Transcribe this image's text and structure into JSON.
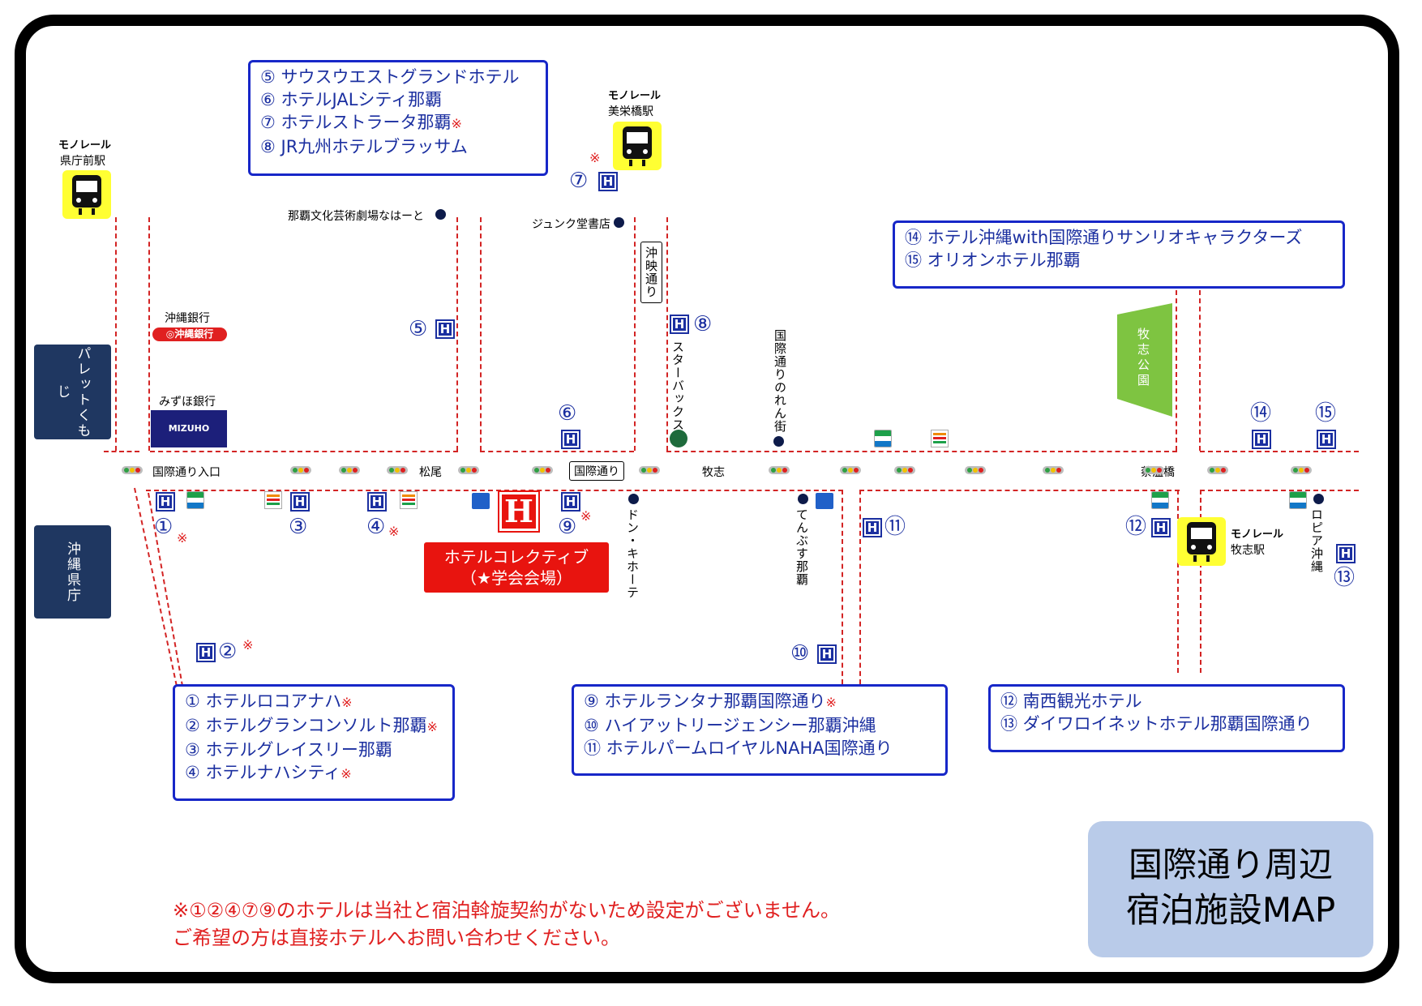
{
  "title": {
    "line1": "国際通り周辺",
    "line2": "宿泊施設MAP"
  },
  "note": {
    "line1": "※①②④⑦⑨のホテルは当社と宿泊斡旋契約がないため設定がございません。",
    "line2": "ご希望の方は直接ホテルへお問い合わせください。"
  },
  "stations": {
    "kenchomae": {
      "line1": "モノレール",
      "line2": "県庁前駅"
    },
    "miebashi": {
      "line1": "モノレール",
      "line2": "美栄橋駅"
    },
    "makishi": {
      "line1": "モノレール",
      "line2": "牧志駅"
    }
  },
  "buildings": {
    "palette": "パレットくもじ",
    "prefecture": "沖縄県庁"
  },
  "banks": {
    "okinawa_label": "沖縄銀行",
    "okinawa_logo": "◎沖縄銀行",
    "mizuho_label": "みずほ銀行",
    "mizuho_logo": "MIZUHO"
  },
  "park": "牧志公園",
  "street": {
    "entrance": "国際通り入口",
    "matsuo": "松尾",
    "kokusai": "国際通り",
    "makishi": "牧志",
    "saion": "蔡温橋"
  },
  "pois": {
    "nahahato": "那覇文化芸術劇場なはーと",
    "junkudo": "ジュンク堂書店",
    "okiei": "沖映通り",
    "starbucks": "スターバックス",
    "noren": "国際通りのれん街",
    "donki": "ドン・キホーテ",
    "tenbusu": "てんぶす那覇",
    "lopia": "ロピア沖縄"
  },
  "venue": {
    "icon": "H",
    "line1": "ホテルコレクティブ",
    "line2": "（★学会会場）"
  },
  "hotel_icon": "H",
  "remark": "※",
  "markers": {
    "m1": "①",
    "m2": "②",
    "m3": "③",
    "m4": "④",
    "m5": "⑤",
    "m6": "⑥",
    "m7": "⑦",
    "m8": "⑧",
    "m9": "⑨",
    "m10": "⑩",
    "m11": "⑪",
    "m12": "⑫",
    "m13": "⑬",
    "m14": "⑭",
    "m15": "⑮"
  },
  "legend_boxes": {
    "b5_8": [
      "⑤ サウスウエストグランドホテル",
      "⑥ ホテルJALシティ那覇",
      "⑦ ホテルストラータ那覇",
      "⑧ JR九州ホテルブラッサム"
    ],
    "b14_15": [
      "⑭ ホテル沖縄with国際通りサンリオキャラクターズ",
      "⑮ オリオンホテル那覇"
    ],
    "b1_4": [
      "① ホテルロコアナハ",
      "② ホテルグランコンソルト那覇",
      "③ ホテルグレイスリー那覇",
      "④ ホテルナハシティ"
    ],
    "b9_11": [
      "⑨ ホテルランタナ那覇国際通り",
      "⑩ ハイアットリージェンシー那覇沖縄",
      "⑪ ホテルパームロイヤルNAHA国際通り"
    ],
    "b12_13": [
      "⑫ 南西観光ホテル",
      "⑬ ダイワロイネットホテル那覇国際通り"
    ]
  },
  "colors": {
    "route": "#d32424",
    "hotel": "#1b2fa0",
    "venue": "#e8140f",
    "title_bg": "#b9cbe9",
    "park": "#7ec441"
  }
}
